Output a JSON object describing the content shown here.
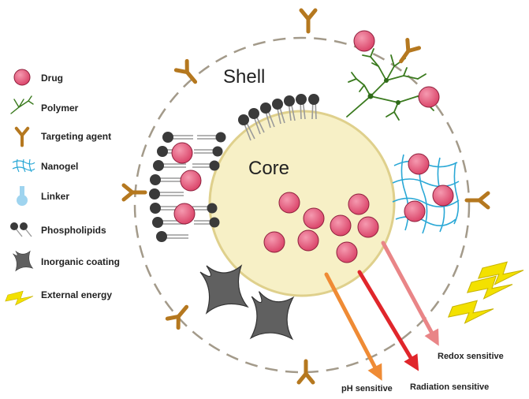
{
  "legend": {
    "items": [
      {
        "icon": "drug-icon",
        "label": "Drug"
      },
      {
        "icon": "polymer-icon",
        "label": "Polymer"
      },
      {
        "icon": "targeting-agent-icon",
        "label": "Targeting agent"
      },
      {
        "icon": "nanogel-icon",
        "label": "Nanogel"
      },
      {
        "icon": "linker-icon",
        "label": "Linker"
      },
      {
        "icon": "phospholipids-icon",
        "label": "Phospholipids"
      },
      {
        "icon": "inorganic-coating-icon",
        "label": "Inorganic coating"
      },
      {
        "icon": "external-energy-icon",
        "label": "External energy"
      }
    ]
  },
  "diagram": {
    "shell_label": "Shell",
    "core_label": "Core",
    "release_triggers": [
      {
        "label": "pH sensitive",
        "color": "#ef8b35"
      },
      {
        "label": "Radiation sensitive",
        "color": "#e0262b"
      },
      {
        "label": "Redox sensitive",
        "color": "#e98587"
      }
    ]
  },
  "colors": {
    "drug": "#df5273",
    "drug_edge": "#8e1f3c",
    "core_fill": "#f7f0c6",
    "core_edge": "#dfd08c",
    "targeting": "#b5781f",
    "polymer": "#3a7a1e",
    "nanogel": "#2aa8d6",
    "linker": "#9fd4ef",
    "lipid_head": "#3a3a3a",
    "lipid_tail": "#9a9a9a",
    "coating": "#606060",
    "energy": "#f3e100"
  }
}
